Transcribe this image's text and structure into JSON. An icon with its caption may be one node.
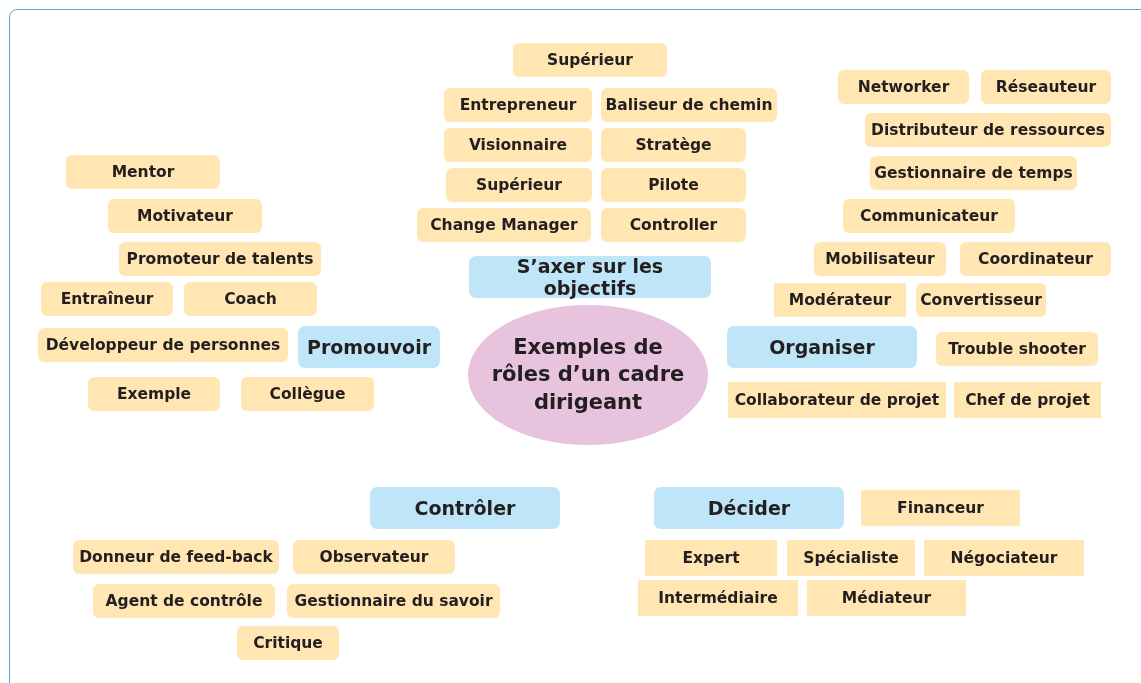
{
  "diagram": {
    "nodes": [
      {
        "text": [
          "Exemples de rôles d’un cadre dirigeant"
        ]
      },
      {
        "text": [
          "S’axer sur les objectifs"
        ]
      },
      {
        "text": [
          "Promouvoir"
        ]
      },
      {
        "text": [
          "Organiser"
        ]
      },
      {
        "text": [
          "Contrôler"
        ]
      },
      {
        "text": [
          "Décider"
        ]
      },
      {
        "text": [
          "Supérieur"
        ]
      },
      {
        "text": [
          "Entrepreneur"
        ]
      },
      {
        "text": [
          "Baliseur de chemin"
        ]
      },
      {
        "text": [
          "Visionnaire"
        ]
      },
      {
        "text": [
          "Stratège"
        ]
      },
      {
        "text": [
          "Supérieur"
        ]
      },
      {
        "text": [
          "Pilote"
        ]
      },
      {
        "text": [
          "Change Manager"
        ]
      },
      {
        "text": [
          "Controller"
        ]
      },
      {
        "text": [
          "Mentor"
        ]
      },
      {
        "text": [
          "Motivateur"
        ]
      },
      {
        "text": [
          "Promoteur de talents"
        ]
      },
      {
        "text": [
          "Entraîneur"
        ]
      },
      {
        "text": [
          "Coach"
        ]
      },
      {
        "text": [
          "Développeur de personnes"
        ]
      },
      {
        "text": [
          "Exemple"
        ]
      },
      {
        "text": [
          "Collègue"
        ]
      },
      {
        "text": [
          "Networker"
        ]
      },
      {
        "text": [
          "Réseauteur"
        ]
      },
      {
        "text": [
          "Distributeur de ressources"
        ]
      },
      {
        "text": [
          "Gestionnaire de temps"
        ]
      },
      {
        "text": [
          "Communicateur"
        ]
      },
      {
        "text": [
          "Mobilisateur"
        ]
      },
      {
        "text": [
          "Coordinateur"
        ]
      },
      {
        "text": [
          "Modérateur"
        ]
      },
      {
        "text": [
          "Convertisseur"
        ]
      },
      {
        "text": [
          "Trouble shooter"
        ]
      },
      {
        "text": [
          "Collaborateur de projet"
        ]
      },
      {
        "text": [
          "Chef de projet"
        ]
      },
      {
        "text": [
          "Donneur de feed-back"
        ]
      },
      {
        "text": [
          "Observateur"
        ]
      },
      {
        "text": [
          "Agent de contrôle"
        ]
      },
      {
        "text": [
          "Gestionnaire du savoir"
        ]
      },
      {
        "text": [
          "Critique"
        ]
      },
      {
        "text": [
          "Financeur"
        ]
      },
      {
        "text": [
          "Expert"
        ]
      },
      {
        "text": [
          "Spécialiste"
        ]
      },
      {
        "text": [
          "Négociateur"
        ]
      },
      {
        "text": [
          "Intermédiaire"
        ]
      },
      {
        "text": [
          "Médiateur"
        ]
      }
    ]
  }
}
